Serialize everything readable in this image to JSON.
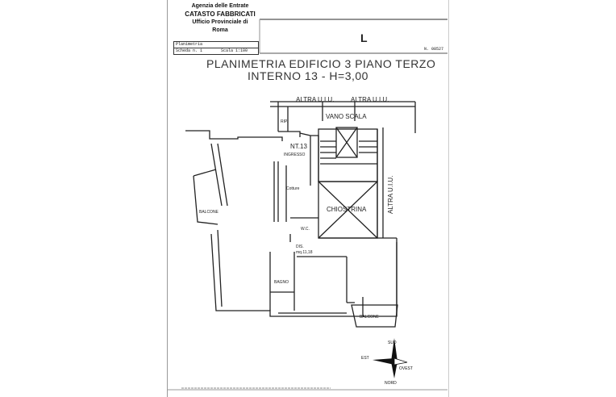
{
  "header": {
    "agency": "Agenzia delle Entrate",
    "department": "CATASTO FABBRICATI",
    "office": "Ufficio Provinciale di",
    "city": "Roma",
    "sheet_type": "Planimetria",
    "sheet_number": "Scheda n. 1",
    "scale": "Scala 1:100",
    "protocol": "N. 08527"
  },
  "plan": {
    "title_line1": "PLANIMETRIA EDIFICIO 3 PIANO TERZO",
    "title_line2": "INTERNO 13 - H=3,00",
    "rooms": {
      "altra_uiu_1": "ALTRA U.I.U.",
      "altra_uiu_2": "ALTRA U.I.U.",
      "altra_uiu_right": "ALTRA U.I.U.",
      "vano_scala": "VANO SCALA",
      "rip": "RIP.",
      "int_number": "NT.13",
      "ingresso": "INGRESSO",
      "cotture": "Cotture",
      "chiostrina": "CHIOSTRINA",
      "balcone_left": "BALCONE",
      "wc": "W.C.",
      "dis": "DIS.",
      "dis_area": "mq.11,18",
      "bagno": "BAGNO",
      "balcone_bottom": "BALCONE"
    }
  },
  "compass": {
    "north": "NORD",
    "south": "SUD",
    "east": "EST",
    "west": "OVEST"
  }
}
